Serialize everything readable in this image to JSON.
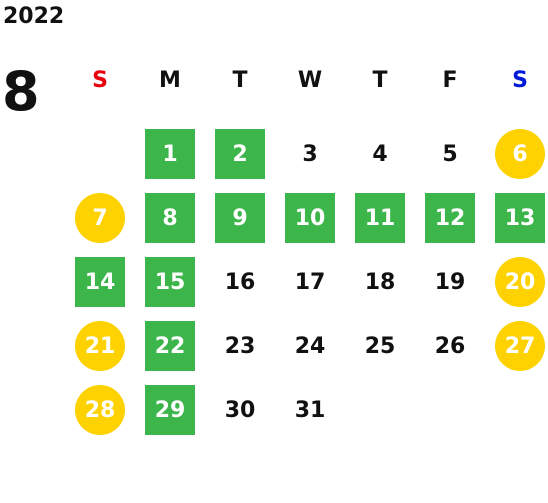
{
  "header": {
    "year": "2022",
    "month": "8"
  },
  "colors": {
    "sunday": "#e8000b",
    "saturday": "#0018d8",
    "green": "#3cb54a",
    "yellow": "#fdd200"
  },
  "weekdays": [
    {
      "label": "S",
      "color": "#e8000b"
    },
    {
      "label": "M",
      "color": "#111111"
    },
    {
      "label": "T",
      "color": "#111111"
    },
    {
      "label": "W",
      "color": "#111111"
    },
    {
      "label": "T",
      "color": "#111111"
    },
    {
      "label": "F",
      "color": "#111111"
    },
    {
      "label": "S",
      "color": "#0018d8"
    }
  ],
  "weeks": [
    [
      {
        "day": "",
        "style": "empty"
      },
      {
        "day": "1",
        "style": "green"
      },
      {
        "day": "2",
        "style": "green"
      },
      {
        "day": "3",
        "style": "plain"
      },
      {
        "day": "4",
        "style": "plain"
      },
      {
        "day": "5",
        "style": "plain"
      },
      {
        "day": "6",
        "style": "yellow"
      }
    ],
    [
      {
        "day": "7",
        "style": "yellow"
      },
      {
        "day": "8",
        "style": "green"
      },
      {
        "day": "9",
        "style": "green"
      },
      {
        "day": "10",
        "style": "green"
      },
      {
        "day": "11",
        "style": "green"
      },
      {
        "day": "12",
        "style": "green"
      },
      {
        "day": "13",
        "style": "green"
      }
    ],
    [
      {
        "day": "14",
        "style": "green"
      },
      {
        "day": "15",
        "style": "green"
      },
      {
        "day": "16",
        "style": "plain"
      },
      {
        "day": "17",
        "style": "plain"
      },
      {
        "day": "18",
        "style": "plain"
      },
      {
        "day": "19",
        "style": "plain"
      },
      {
        "day": "20",
        "style": "yellow"
      }
    ],
    [
      {
        "day": "21",
        "style": "yellow"
      },
      {
        "day": "22",
        "style": "green"
      },
      {
        "day": "23",
        "style": "plain"
      },
      {
        "day": "24",
        "style": "plain"
      },
      {
        "day": "25",
        "style": "plain"
      },
      {
        "day": "26",
        "style": "plain"
      },
      {
        "day": "27",
        "style": "yellow"
      }
    ],
    [
      {
        "day": "28",
        "style": "yellow"
      },
      {
        "day": "29",
        "style": "green"
      },
      {
        "day": "30",
        "style": "plain"
      },
      {
        "day": "31",
        "style": "plain"
      },
      {
        "day": "",
        "style": "empty"
      },
      {
        "day": "",
        "style": "empty"
      },
      {
        "day": "",
        "style": "empty"
      }
    ]
  ]
}
